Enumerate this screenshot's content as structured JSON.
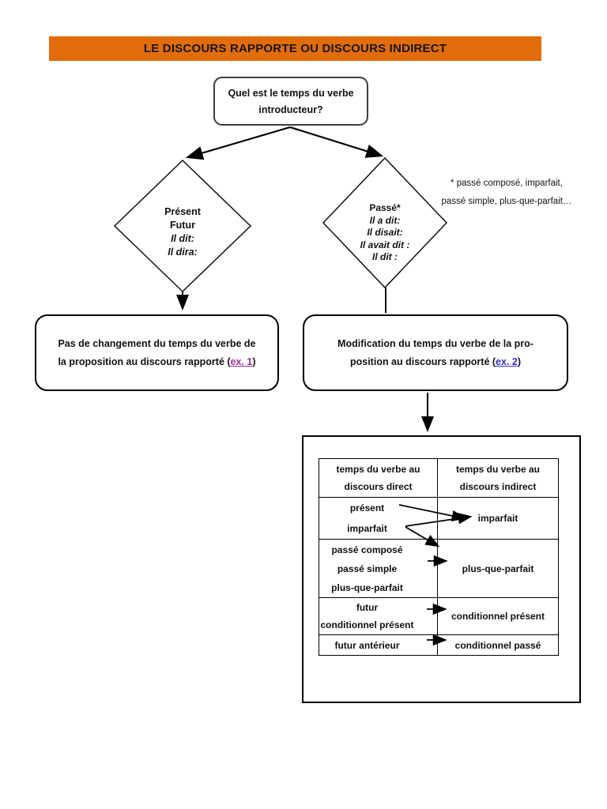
{
  "banner": {
    "title": "LE DISCOURS RAPPORTE OU DISCOURS INDIRECT"
  },
  "colors": {
    "banner_bg": "#E36C0A",
    "link_ex1": "#993399",
    "link_ex2": "#3333CC",
    "stroke": "#000000"
  },
  "start_box": {
    "line1": "Quel est le temps du verbe",
    "line2": "introducteur?"
  },
  "left_diamond": {
    "lines": [
      "Présent",
      "Futur",
      "Il dit:",
      "Il dira:"
    ]
  },
  "right_diamond": {
    "lines": [
      "Passé*",
      "Il a dit:",
      "Il disait:",
      "Il avait dit :",
      "Il dit :"
    ]
  },
  "note": {
    "line1": "* passé composé, imparfait,",
    "line2": "passé simple, plus-que-parfait…"
  },
  "left_box": {
    "line1": "Pas de changement du temps du verbe de",
    "line2_pre": "la proposition au discours rapporté (",
    "link": "ex. 1",
    "line2_post": ")"
  },
  "right_box": {
    "line1": "Modification du temps du verbe de la pro-",
    "line2_pre": "position au discours rapporté (",
    "link": "ex. 2",
    "line2_post": ")"
  },
  "table": {
    "headers": {
      "left": [
        "temps du verbe au",
        "discours direct"
      ],
      "right": [
        "temps du verbe au",
        "discours indirect"
      ]
    },
    "rows": [
      {
        "left": [
          "présent",
          "imparfait"
        ],
        "right": "imparfait"
      },
      {
        "left": [
          "passé composé",
          "passé simple",
          "plus-que-parfait"
        ],
        "right": "plus-que-parfait"
      },
      {
        "left": [
          "futur",
          "conditionnel présent"
        ],
        "right": "conditionnel présent"
      },
      {
        "left": [
          "futur antérieur"
        ],
        "right": "conditionnel passé"
      }
    ]
  }
}
